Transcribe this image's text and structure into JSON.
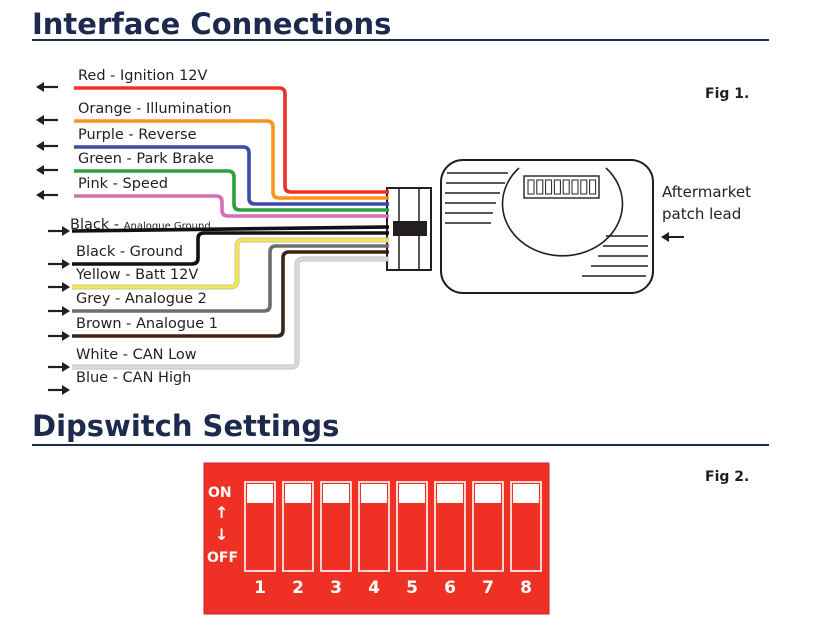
{
  "interface": {
    "title": "Interface Connections",
    "fig_label": "Fig 1.",
    "patch_lead_line1": "Aftermarket",
    "patch_lead_line2": "patch lead",
    "wires": [
      {
        "label": "Red - Ignition 12V",
        "sublabel": "",
        "color": "#ee3124",
        "direction": "out"
      },
      {
        "label": "Orange - Illumination",
        "sublabel": "",
        "color": "#f7941d",
        "direction": "out"
      },
      {
        "label": "Purple - Reverse",
        "sublabel": "",
        "color": "#3b4ba8",
        "direction": "out"
      },
      {
        "label": "Green - Park Brake",
        "sublabel": "",
        "color": "#2e9e3f",
        "direction": "out"
      },
      {
        "label": "Pink - Speed",
        "sublabel": "",
        "color": "#d56fb4",
        "direction": "out"
      },
      {
        "label": "Black - ",
        "sublabel": "Analogue Ground",
        "color": "#111111",
        "direction": "in"
      },
      {
        "label": "Black - Ground",
        "sublabel": "",
        "color": "#111111",
        "direction": "in"
      },
      {
        "label": "Yellow - Batt 12V",
        "sublabel": "",
        "color": "#f2e64b",
        "direction": "in"
      },
      {
        "label": "Grey - Analogue 2",
        "sublabel": "",
        "color": "#6d6e71",
        "direction": "in"
      },
      {
        "label": "Brown - Analogue 1",
        "sublabel": "",
        "color": "#3b2314",
        "direction": "in"
      },
      {
        "label": "White - CAN Low",
        "sublabel": "",
        "color": "#d9d9d9",
        "direction": "in"
      },
      {
        "label": "Blue - CAN High",
        "sublabel": "",
        "color": "#2a5fb0",
        "direction": "in"
      }
    ]
  },
  "dipswitch": {
    "title": "Dipswitch Settings",
    "fig_label": "Fig 2.",
    "on_label": "ON",
    "off_label": "OFF",
    "up_arrow": "↑",
    "down_arrow": "↓",
    "switch_numbers": [
      "1",
      "2",
      "3",
      "4",
      "5",
      "6",
      "7",
      "8"
    ],
    "body_color": "#ee3124"
  },
  "colors": {
    "heading": "#1d2a4d",
    "device_stroke": "#231f20"
  }
}
